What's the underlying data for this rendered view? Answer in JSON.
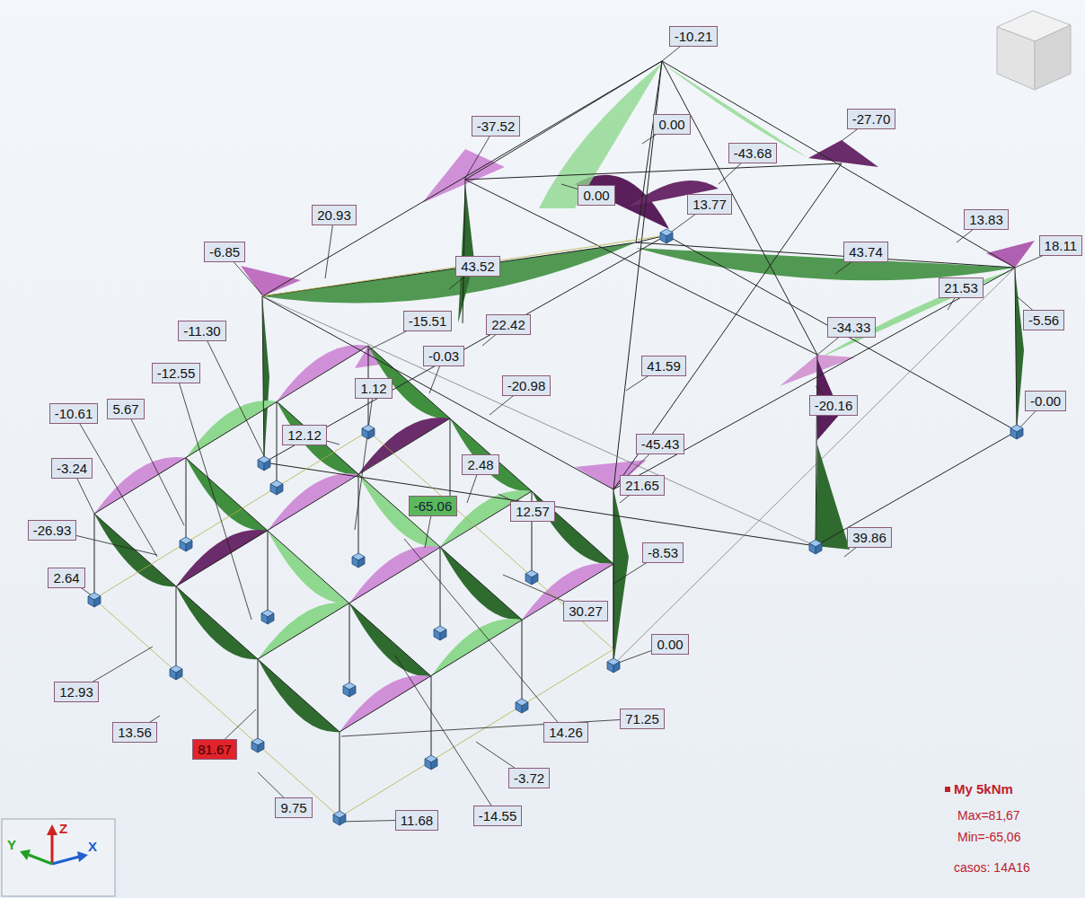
{
  "diagram": {
    "nodes": [
      {
        "text": [
          "-10.21"
        ]
      },
      {
        "text": [
          "-37.52"
        ]
      },
      {
        "text": [
          "0.00"
        ]
      },
      {
        "text": [
          "-27.70"
        ]
      },
      {
        "text": [
          "-43.68"
        ]
      },
      {
        "text": [
          "0.00"
        ]
      },
      {
        "text": [
          "13.77"
        ]
      },
      {
        "text": [
          "20.93"
        ]
      },
      {
        "text": [
          "13.83"
        ]
      },
      {
        "text": [
          "-6.85"
        ]
      },
      {
        "text": [
          "43.52"
        ]
      },
      {
        "text": [
          "43.74"
        ]
      },
      {
        "text": [
          "18.11"
        ]
      },
      {
        "text": [
          "21.53"
        ]
      },
      {
        "text": [
          "-11.30"
        ]
      },
      {
        "text": [
          "-15.51"
        ]
      },
      {
        "text": [
          "22.42"
        ]
      },
      {
        "text": [
          "-34.33"
        ]
      },
      {
        "text": [
          "-5.56"
        ]
      },
      {
        "text": [
          "-12.55"
        ]
      },
      {
        "text": [
          "-0.03"
        ]
      },
      {
        "text": [
          "1.12"
        ]
      },
      {
        "text": [
          "41.59"
        ]
      },
      {
        "text": [
          "-20.98"
        ]
      },
      {
        "text": [
          "-10.61"
        ]
      },
      {
        "text": [
          "5.67"
        ]
      },
      {
        "text": [
          "-20.16"
        ]
      },
      {
        "text": [
          "-0.00"
        ]
      },
      {
        "text": [
          "12.12"
        ]
      },
      {
        "text": [
          "-3.24"
        ]
      },
      {
        "text": [
          "-45.43"
        ]
      },
      {
        "text": [
          "2.48"
        ]
      },
      {
        "text": [
          "-65.06"
        ]
      },
      {
        "text": [
          "21.65"
        ]
      },
      {
        "text": [
          "12.57"
        ]
      },
      {
        "text": [
          "-26.93"
        ]
      },
      {
        "text": [
          "39.86"
        ]
      },
      {
        "text": [
          "-8.53"
        ]
      },
      {
        "text": [
          "2.64"
        ]
      },
      {
        "text": [
          "30.27"
        ]
      },
      {
        "text": [
          "0.00"
        ]
      },
      {
        "text": [
          "12.93"
        ]
      },
      {
        "text": [
          "71.25"
        ]
      },
      {
        "text": [
          "14.26"
        ]
      },
      {
        "text": [
          "13.56"
        ]
      },
      {
        "text": [
          "81.67"
        ]
      },
      {
        "text": [
          "-3.72"
        ]
      },
      {
        "text": [
          "9.75"
        ]
      },
      {
        "text": [
          "11.68"
        ]
      },
      {
        "text": [
          "-14.55"
        ]
      }
    ],
    "labels": [
      "My 5kNm",
      "Max=81,67",
      "Min=-65,06",
      "casos: 14A16",
      "Z",
      "Y",
      "X"
    ]
  }
}
